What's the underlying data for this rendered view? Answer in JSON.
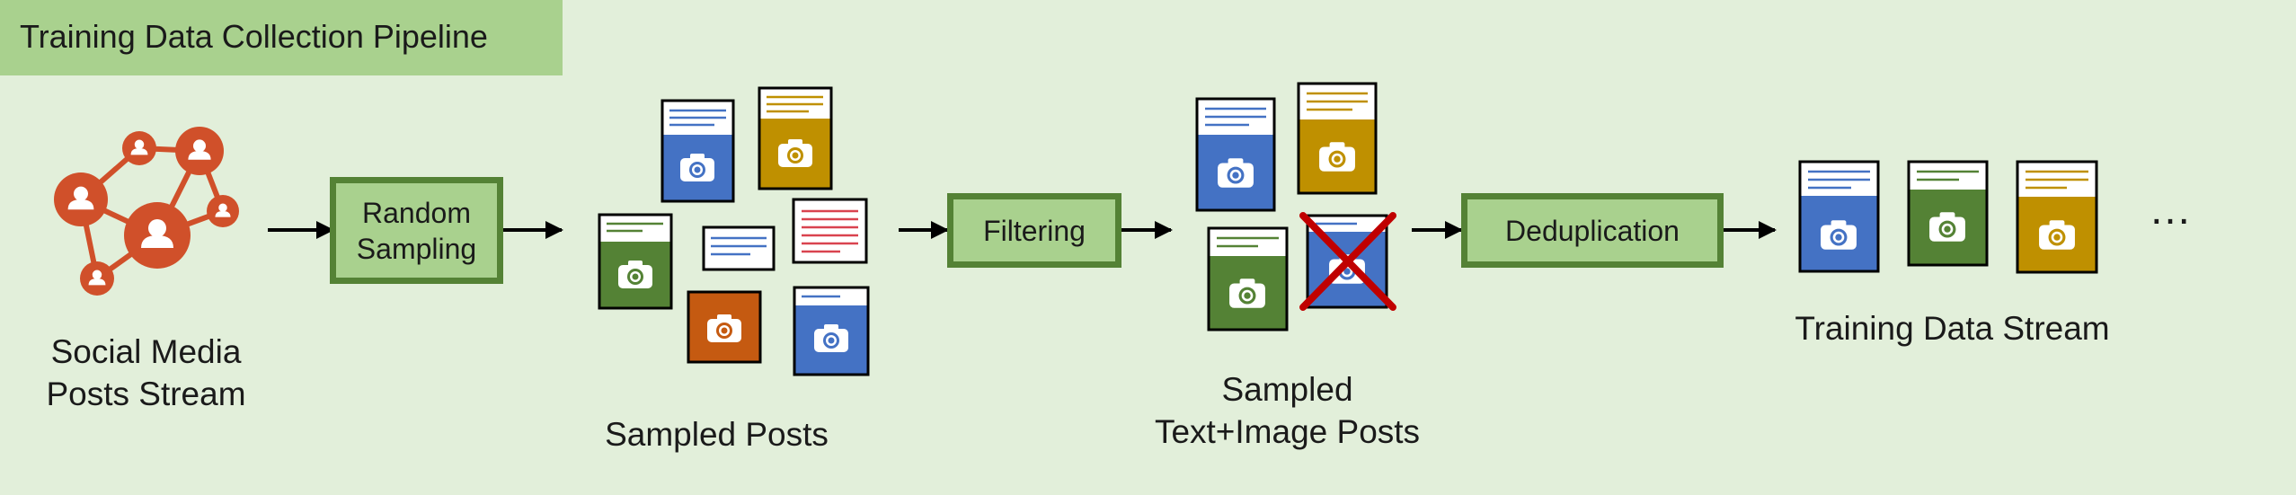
{
  "title": "Training Data Collection Pipeline",
  "source_label": [
    "Social Media",
    "Posts Stream"
  ],
  "steps": {
    "sampling": [
      "Random",
      "Sampling"
    ],
    "filtering": "Filtering",
    "dedup": "Deduplication"
  },
  "labels": {
    "sampled_posts": "Sampled Posts",
    "text_image_posts": [
      "Sampled",
      "Text+Image Posts"
    ],
    "training_stream": "Training Data Stream",
    "ellipsis": "…"
  },
  "colors": {
    "background": "#e2efda",
    "title_fill": "#a9d18e",
    "step_border": "#548235",
    "network": "#d0502a",
    "blue": "#4472c4",
    "gold": "#bf9000",
    "green": "#548235",
    "orange": "#c55a11",
    "red_lines": "#d9434f",
    "cross": "#c00000"
  },
  "icons": [
    "social-network-icon",
    "camera-icon",
    "text-post-icon",
    "reject-cross-icon"
  ]
}
